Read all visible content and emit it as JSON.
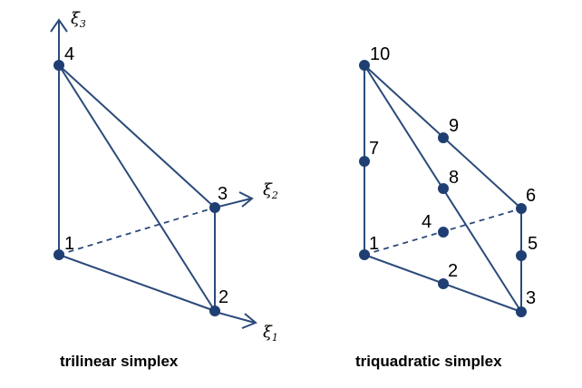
{
  "colors": {
    "stroke": "#2b4a7a",
    "node": "#1f3f73",
    "text": "#000000"
  },
  "left_diagram": {
    "caption": "trilinear simplex",
    "nodes": [
      "1",
      "2",
      "3",
      "4"
    ],
    "axes": {
      "xi1": {
        "symbol": "ξ",
        "sub": "1"
      },
      "xi2": {
        "symbol": "ξ",
        "sub": "2"
      },
      "xi3": {
        "symbol": "ξ",
        "sub": "3"
      }
    }
  },
  "right_diagram": {
    "caption": "triquadratic simplex",
    "nodes": [
      "1",
      "2",
      "3",
      "4",
      "5",
      "6",
      "7",
      "8",
      "9",
      "10"
    ]
  }
}
